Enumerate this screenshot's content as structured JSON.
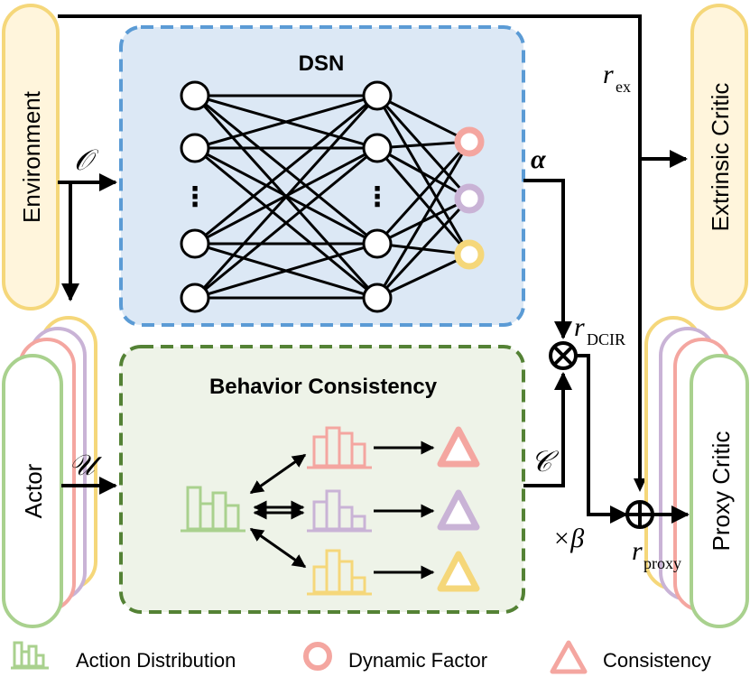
{
  "labels": {
    "environment": "Environment",
    "extrinsic_critic": "Extrinsic Critic",
    "actor": "Actor",
    "proxy_critic": "Proxy Critic",
    "dsn": "DSN",
    "behavior_consistency": "Behavior Consistency",
    "dots": "⋮"
  },
  "symbols": {
    "observation": "𝒪",
    "alpha": "α",
    "u": "𝒰",
    "c": "𝒞",
    "r": "r",
    "ex": "ex",
    "dcir": "DCIR",
    "proxy": "proxy",
    "times_beta": "×β"
  },
  "legend": {
    "action_distribution": "Action Distribution",
    "dynamic_factor": "Dynamic Factor",
    "consistency": "Consistency"
  },
  "colors": {
    "yellow": "#f5d77a",
    "yellow_fill": "#fff5dc",
    "green": "#a9d18e",
    "green_fill": "#f2f8ee",
    "pink": "#f4a6a0",
    "purple": "#c9b3d6",
    "blue_border": "#5b9bd5",
    "blue_fill": "#dce8f5",
    "dark_green": "#548235",
    "light_green_fill": "#eef3e8"
  }
}
